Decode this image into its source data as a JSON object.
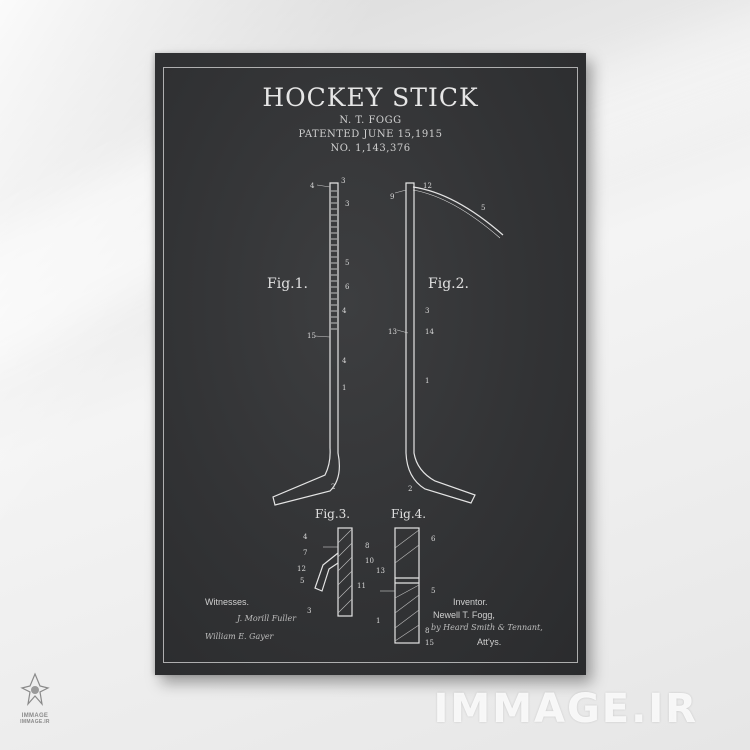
{
  "poster": {
    "title": "HOCKEY STICK",
    "inventor_short": "N. T. FOGG",
    "patented": "PATENTED JUNE 15,1915",
    "number": "NO. 1,143,376",
    "fig1": "Fig.1.",
    "fig2": "Fig.2.",
    "fig3": "Fig.3.",
    "fig4": "Fig.4.",
    "witnesses": "Witnesses.",
    "witness1": "J. Morill Fuller",
    "witness2": "William E. Gayer",
    "inventor_label": "Inventor.",
    "inventor_name": "Newell T. Fogg,",
    "by": "by Heard Smith & Tennant,",
    "attys": "Att'ys."
  },
  "callouts": {
    "f1": [
      "4",
      "3",
      "3",
      "5",
      "6",
      "4",
      "15",
      "4",
      "1",
      "2"
    ],
    "f2": [
      "9",
      "12",
      "5",
      "3",
      "13",
      "14",
      "1",
      "2"
    ],
    "f3": [
      "4",
      "7",
      "8",
      "10",
      "12",
      "5",
      "11",
      "3"
    ],
    "f4": [
      "6",
      "13",
      "5",
      "1",
      "8",
      "15"
    ]
  },
  "watermark": {
    "text": "IMMAGE.IR",
    "logo_text": "IMMAGE",
    "logo_sub": "IMMAGE.IR"
  },
  "colors": {
    "canvas": "#323335",
    "line": "#e4e4e4",
    "wall": "#ededed"
  }
}
